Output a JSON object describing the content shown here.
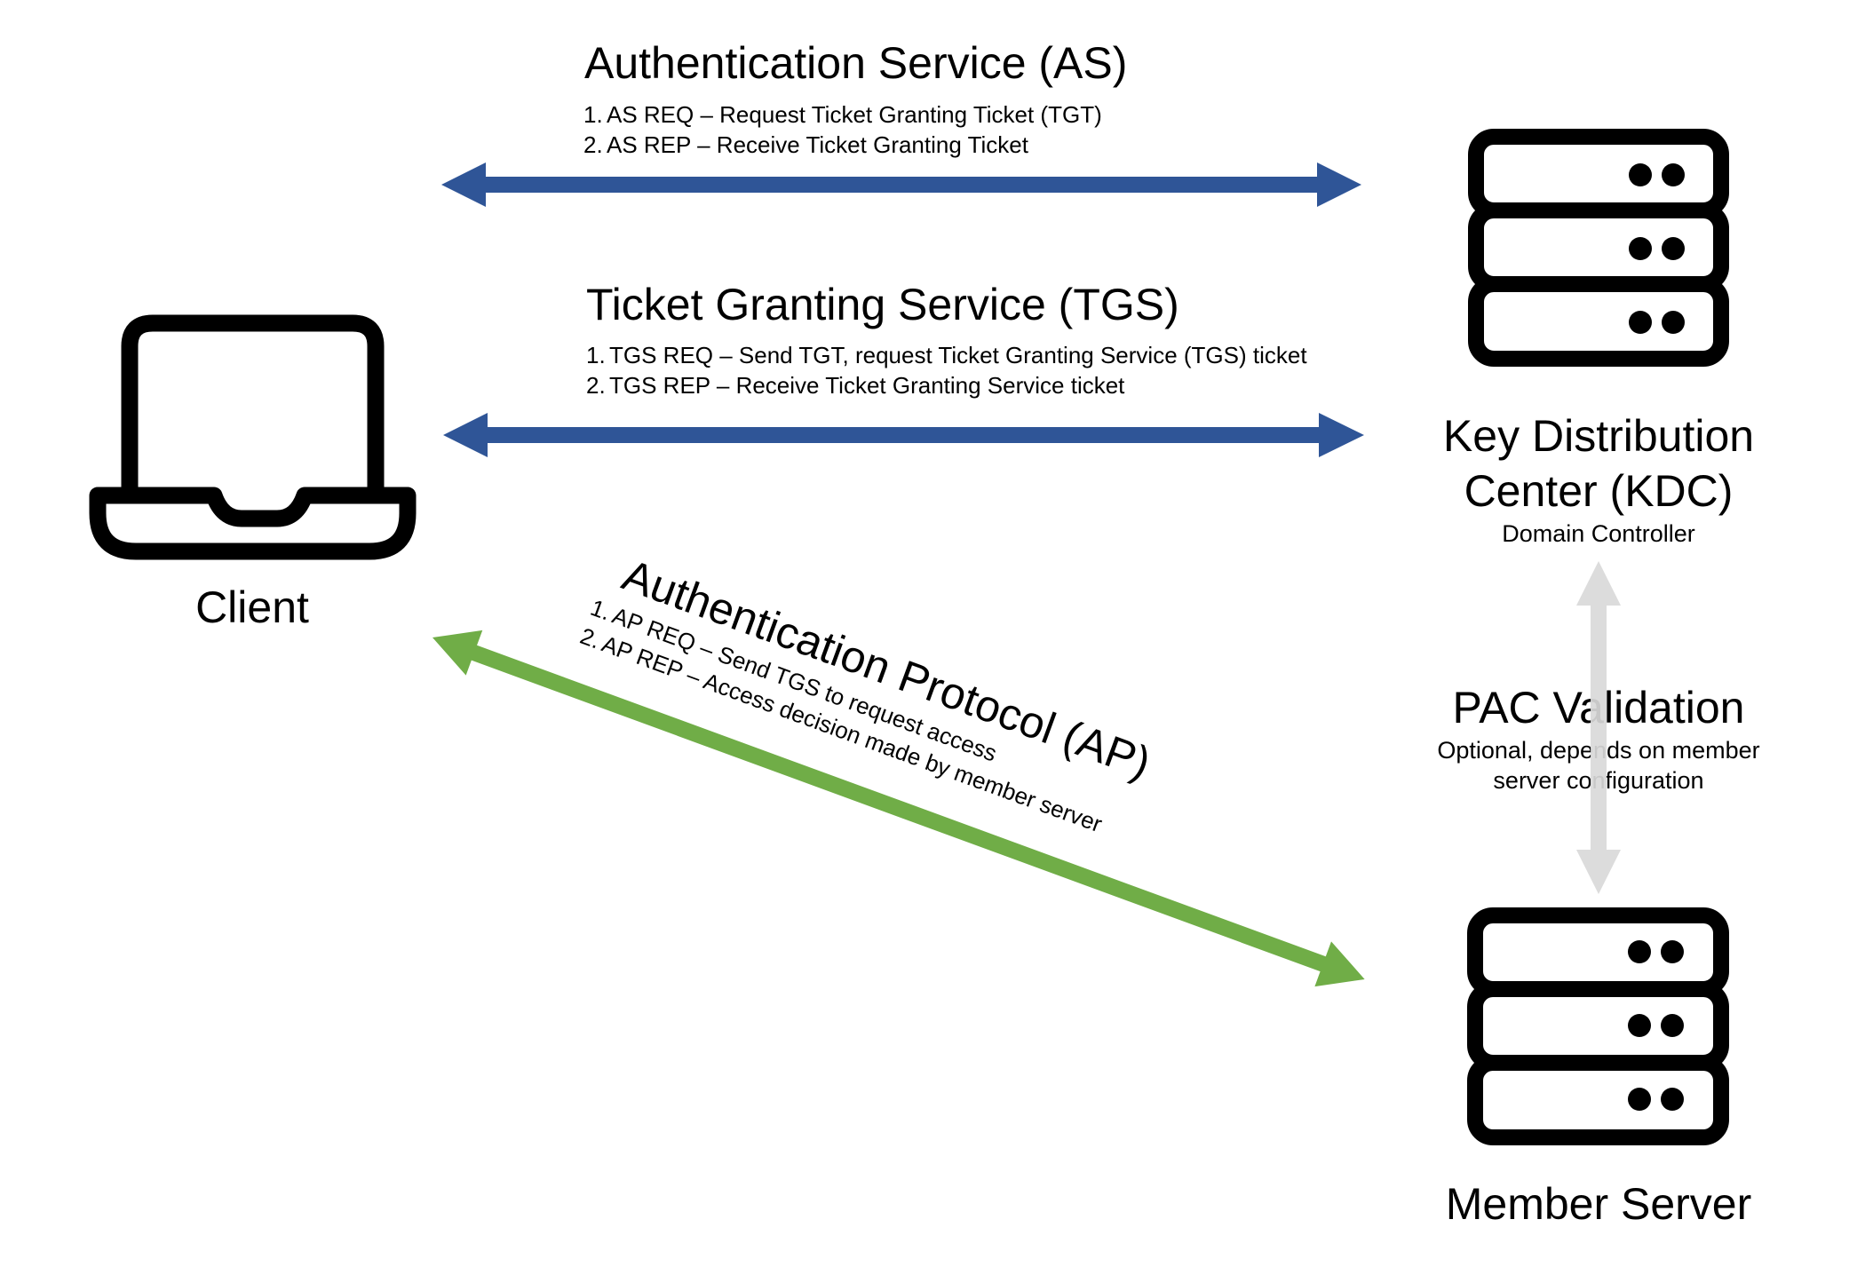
{
  "colors": {
    "as_tgs_arrow": "#2f5597",
    "ap_arrow": "#70ad47",
    "pac_arrow": "#d9d9d9",
    "icon_stroke": "#000000"
  },
  "client": {
    "icon": "laptop-icon",
    "label": "Client"
  },
  "kdc": {
    "icon": "server-icon",
    "label_line1": "Key Distribution",
    "label_line2": "Center (KDC)",
    "sublabel": "Domain Controller"
  },
  "member_server": {
    "icon": "server-icon",
    "label": "Member Server"
  },
  "as": {
    "title": "Authentication Service (AS)",
    "steps": [
      {
        "num": "1.",
        "text": "AS REQ – Request Ticket Granting Ticket (TGT)"
      },
      {
        "num": "2.",
        "text": "AS REP – Receive Ticket Granting Ticket"
      }
    ]
  },
  "tgs": {
    "title": "Ticket Granting Service (TGS)",
    "steps": [
      {
        "num": "1.",
        "text": "TGS REQ – Send TGT, request Ticket Granting Service (TGS) ticket"
      },
      {
        "num": "2.",
        "text": "TGS REP – Receive Ticket Granting Service ticket"
      }
    ]
  },
  "ap": {
    "title": "Authentication Protocol (AP)",
    "steps": [
      {
        "num": "1.",
        "text": "AP REQ – Send TGS to request access"
      },
      {
        "num": "2.",
        "text": "AP REP – Access decision made by member server"
      }
    ]
  },
  "pac": {
    "title": "PAC Validation",
    "sub_line1": "Optional, depends on member",
    "sub_line2": "server configuration"
  }
}
